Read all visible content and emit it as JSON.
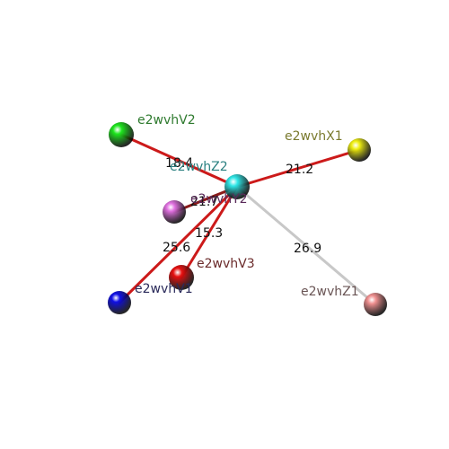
{
  "molecule": {
    "center": {
      "id": "e2wvhZ2",
      "label": "e2wvhZ2",
      "color": "#2ee6e6",
      "label_color": "#2a8080"
    },
    "nodes": [
      {
        "id": "e2wvhV2",
        "label": "e2wvhV2",
        "color": "#1ee61e",
        "label_color": "#2e7a2e"
      },
      {
        "id": "e2wvhX1",
        "label": "e2wvhX1",
        "color": "#eeee10",
        "label_color": "#7a7a2e"
      },
      {
        "id": "e2wvhY2",
        "label": "e2wvhY2",
        "color": "#e070e0",
        "label_color": "#5a2a5a"
      },
      {
        "id": "e2wvhV3",
        "label": "e2wvhV3",
        "color": "#e61010",
        "label_color": "#6a2a2a"
      },
      {
        "id": "e2wvhV1",
        "label": "e2wvhV1",
        "color": "#1010e6",
        "label_color": "#2a2a5a"
      },
      {
        "id": "e2wvhZ1",
        "label": "e2wvhZ1",
        "color": "#f09090",
        "label_color": "#6a5555"
      }
    ],
    "edges": [
      {
        "to": "e2wvhV2",
        "distance": "18.4",
        "color": "#cc1a1a"
      },
      {
        "to": "e2wvhX1",
        "distance": "21.2",
        "color": "#cc1a1a"
      },
      {
        "to": "e2wvhY2",
        "distance": "21.7",
        "color": "#8a1a1a"
      },
      {
        "to": "e2wvhV3",
        "distance": "15.3",
        "color": "#cc1a1a"
      },
      {
        "to": "e2wvhV1",
        "distance": "25.6",
        "color": "#cc1a1a"
      },
      {
        "to": "e2wvhZ1",
        "distance": "26.9",
        "color": "#c8c8c8"
      }
    ]
  }
}
